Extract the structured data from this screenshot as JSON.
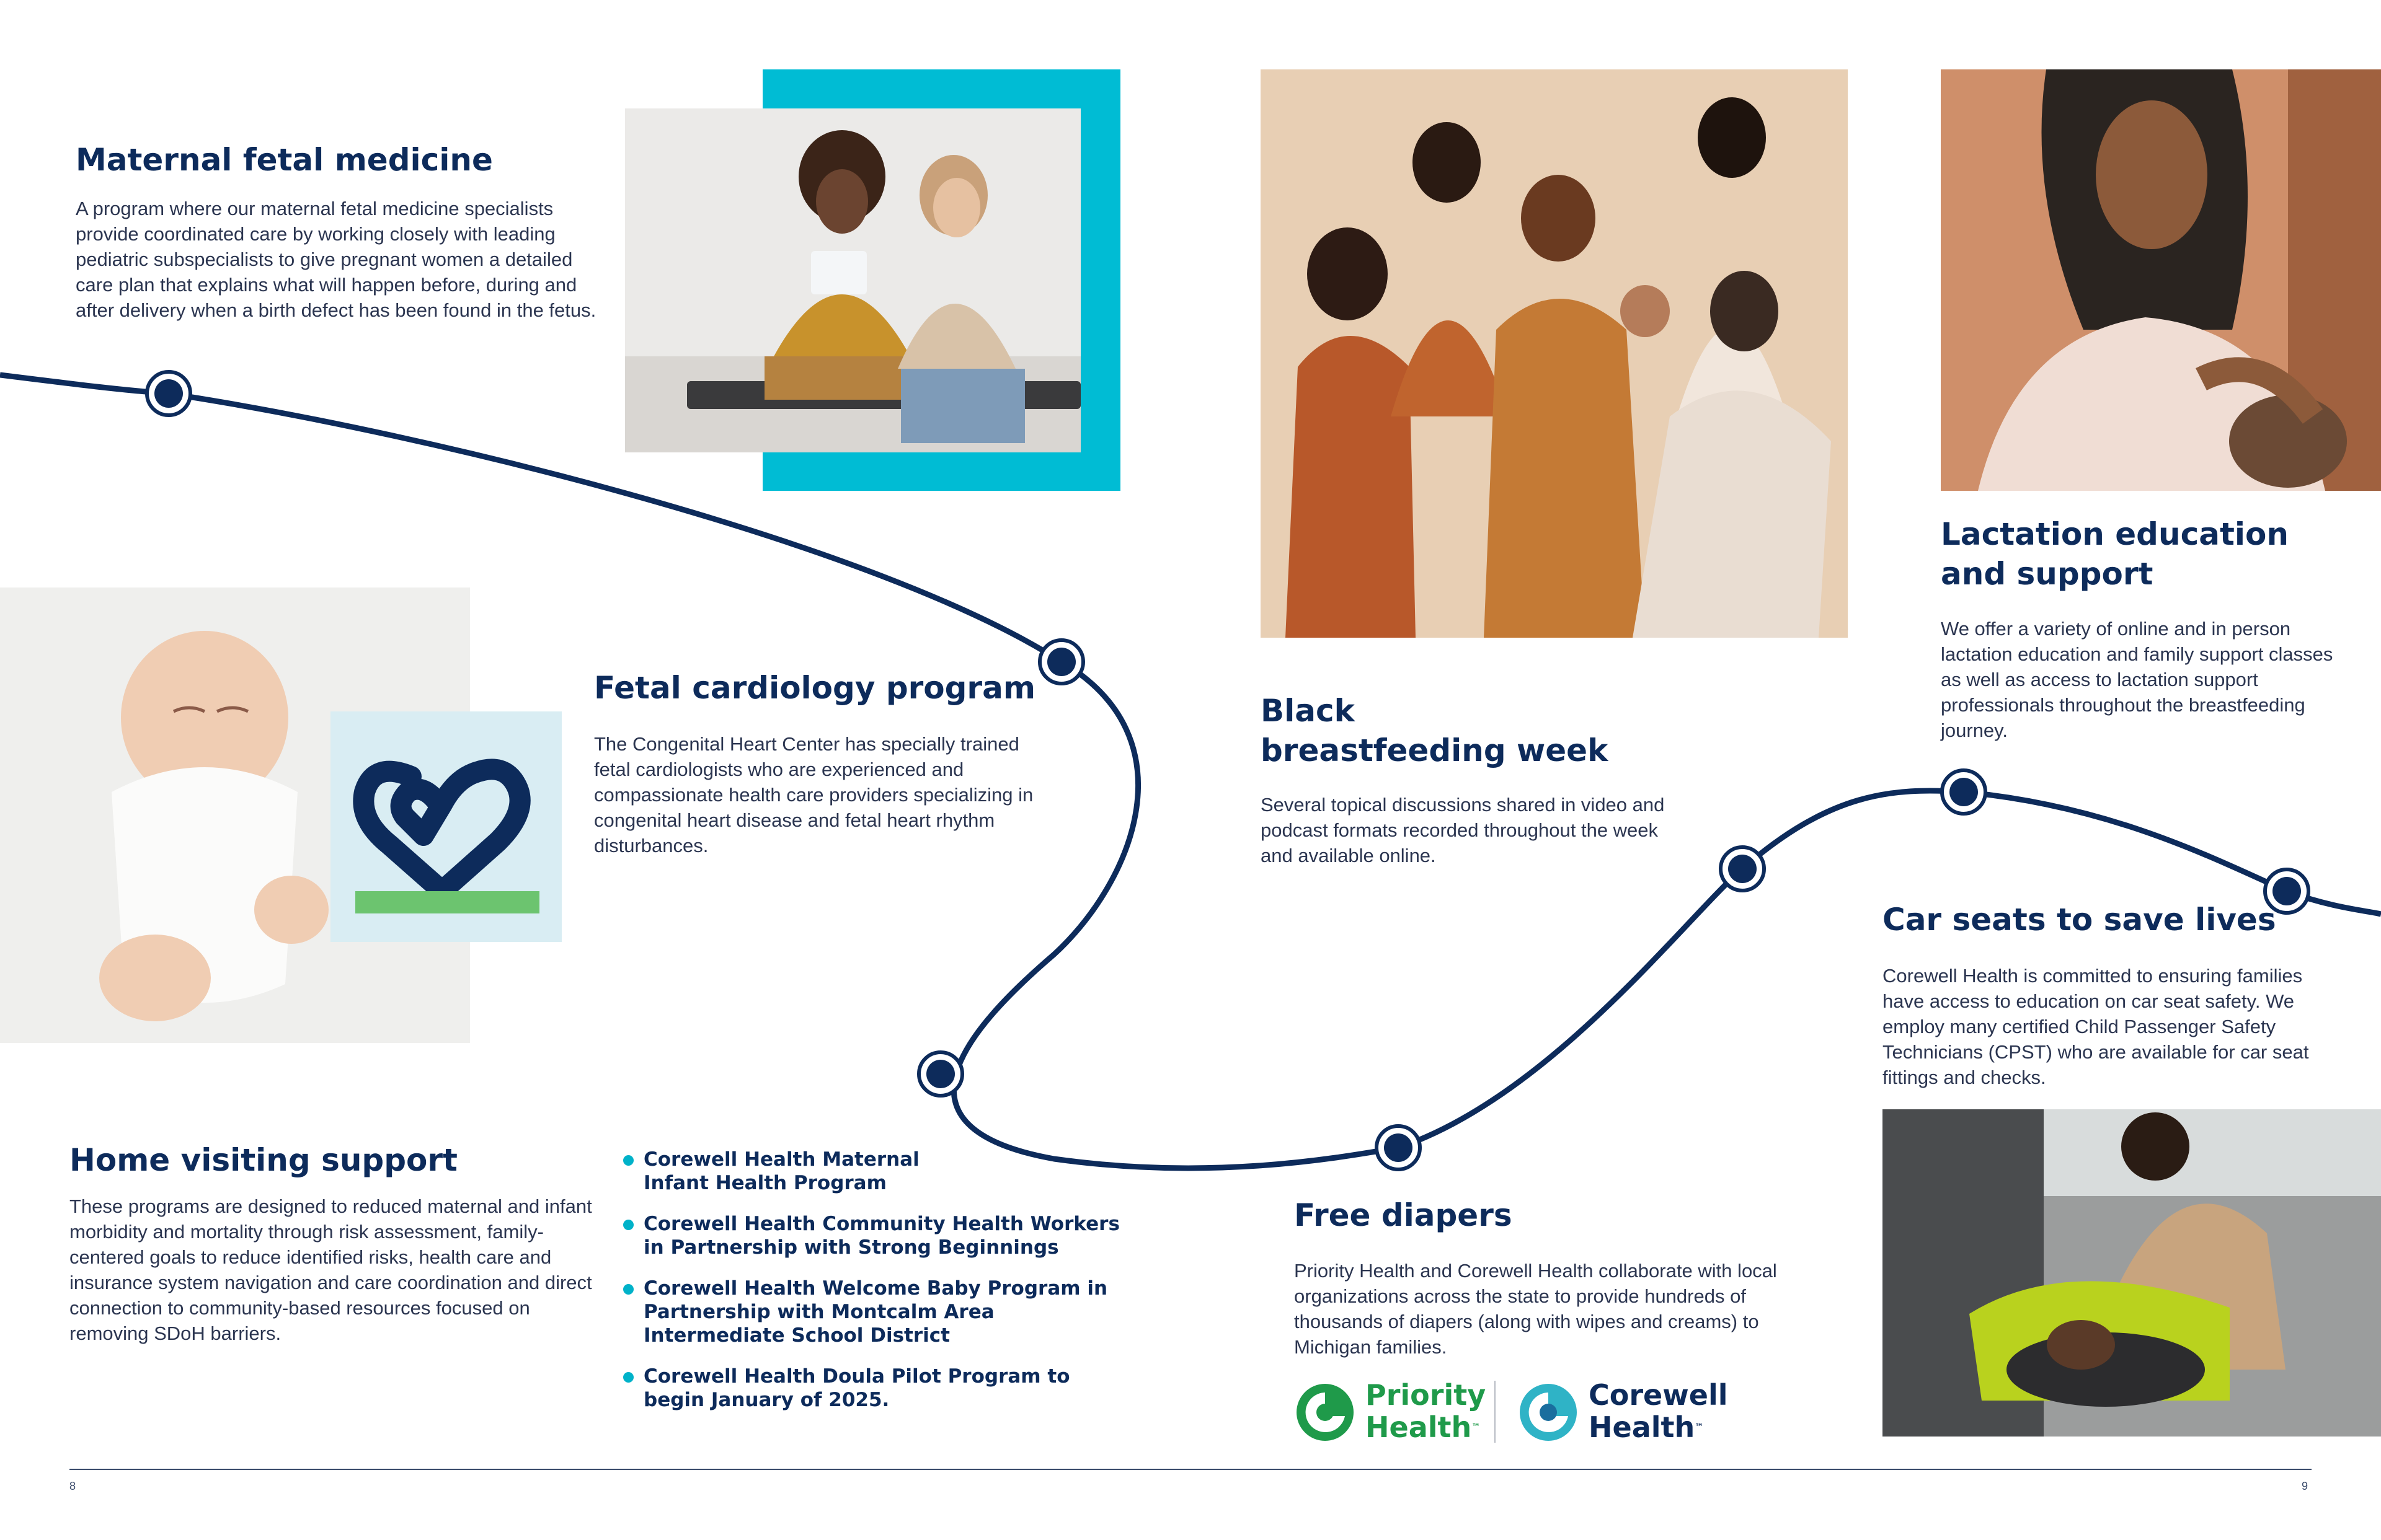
{
  "colors": {
    "navy": "#0d2b5b",
    "teal": "#00bcd4",
    "green": "#6cc46f",
    "light_blue": "#d9edf3"
  },
  "sections": {
    "maternal": {
      "title": "Maternal fetal medicine",
      "body": "A program where our maternal fetal medicine specialists provide coordinated care by working closely with leading pediatric subspecialists to give pregnant women a detailed care plan that explains what will happen before, during and after delivery when a birth defect has been found in the fetus."
    },
    "cardiology": {
      "title": "Fetal cardiology program",
      "body": "The Congenital Heart Center has specially trained fetal cardiologists who are experienced and compassionate health care providers specializing in congenital heart disease and fetal heart rhythm disturbances."
    },
    "black_breastfeeding": {
      "title_line1": "Black",
      "title_line2": "breastfeeding week",
      "body": "Several topical discussions shared in video and podcast formats recorded throughout the week and available online."
    },
    "lactation": {
      "title_line1": "Lactation education",
      "title_line2": "and support",
      "body": "We offer a variety of online and in person lactation education and family support classes as well as access to lactation support professionals throughout the breastfeeding journey."
    },
    "car_seats": {
      "title": "Car seats to save lives",
      "body": "Corewell Health is committed to ensuring families have access to education on car seat safety.  We employ many certified Child Passenger Safety Technicians (CPST) who are available for car seat fittings and checks."
    },
    "home_visiting": {
      "title": "Home visiting support",
      "body": "These programs are designed to reduced maternal and infant morbidity and mortality through risk assessment, family-centered goals to reduce identified risks, health care and insurance system navigation and care coordination and direct connection to community-based resources focused on removing SDoH barriers."
    },
    "programs": [
      "Corewell Health Maternal Infant Health Program",
      "Corewell Health Community Health Workers in Partnership with Strong Beginnings",
      "Corewell Health Welcome Baby Program in Partnership with Montcalm Area Intermediate School District",
      "Corewell Health Doula Pilot Program to begin January of 2025."
    ],
    "diapers": {
      "title": "Free diapers",
      "body": "Priority Health and Corewell Health collaborate with local organizations across the state to provide hundreds of thousands of diapers (along with wipes and creams) to Michigan families."
    }
  },
  "logos": {
    "priority": {
      "line1": "Priority",
      "line2": "Health",
      "tm": "™"
    },
    "corewell": {
      "line1": "Corewell",
      "line2": "Health",
      "tm": "™"
    }
  },
  "page_numbers": {
    "left": "8",
    "right": "9"
  }
}
